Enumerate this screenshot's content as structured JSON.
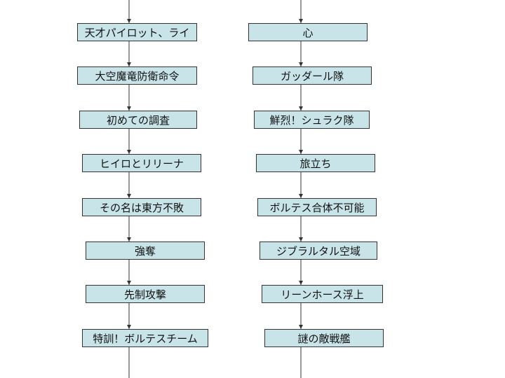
{
  "flow_left": [
    "天才パイロット、ライ",
    "大空魔竜防衛命令",
    "初めての調査",
    "ヒイロとリリーナ",
    "その名は東方不敗",
    "強奪",
    "先制攻撃",
    "特訓！ボルテスチーム"
  ],
  "flow_right": [
    "心",
    "ガッダール隊",
    "鮮烈！シュラク隊",
    "旅立ち",
    "ボルテス合体不可能",
    "ジブラルタル空域",
    "リーンホース浮上",
    "謎の敵戦艦"
  ],
  "colors": {
    "box_fill": "#c8e4e9",
    "line": "#333333"
  }
}
